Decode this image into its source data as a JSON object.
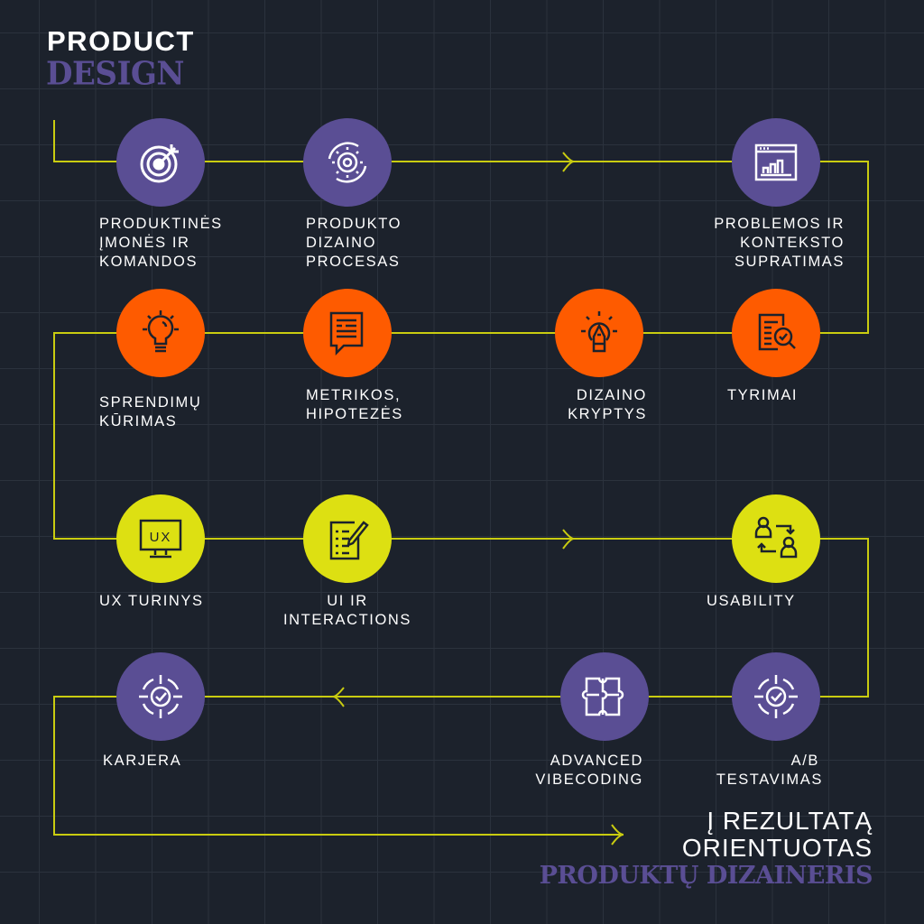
{
  "header": {
    "line1": "PRODUCT",
    "line2": "DESIGN"
  },
  "footer": {
    "line1": "Į REZULTATĄ",
    "line2": "ORIENTUOTAS",
    "line3": "PRODUKTŲ DIZAINERIS"
  },
  "colors": {
    "background": "#1c222c",
    "purple": "#5a4e94",
    "orange": "#fe5b00",
    "yellow": "#dde012",
    "line": "#c9cc10"
  },
  "steps": [
    {
      "icon": "target-icon",
      "color": "purple",
      "lines": [
        "PRODUKTINĖS",
        "ĮMONĖS IR",
        "KOMANDOS"
      ]
    },
    {
      "icon": "gear-cycle-icon",
      "color": "purple",
      "lines": [
        "PRODUKTO",
        "DIZAINO",
        "PROCESAS"
      ]
    },
    {
      "icon": "browser-chart-icon",
      "color": "purple",
      "lines": [
        "PROBLEMOS IR",
        "KONTEKSTO",
        "SUPRATIMAS"
      ]
    },
    {
      "icon": "document-search-icon",
      "color": "orange",
      "lines": [
        "TYRIMAI"
      ]
    },
    {
      "icon": "pencil-idea-icon",
      "color": "orange",
      "lines": [
        "DIZAINO",
        "KRYPTYS"
      ]
    },
    {
      "icon": "speech-document-icon",
      "color": "orange",
      "lines": [
        "METRIKOS,",
        "HIPOTEZĖS"
      ]
    },
    {
      "icon": "lightbulb-icon",
      "color": "orange",
      "lines": [
        "SPRENDIMŲ",
        "KŪRIMAS"
      ]
    },
    {
      "icon": "ux-monitor-icon",
      "color": "yellow",
      "lines": [
        "UX TURINYS"
      ],
      "icon_text": "UX"
    },
    {
      "icon": "checklist-pen-icon",
      "color": "yellow",
      "lines": [
        "UI IR",
        "INTERACTIONS"
      ]
    },
    {
      "icon": "user-swap-icon",
      "color": "yellow",
      "lines": [
        "USABILITY"
      ]
    },
    {
      "icon": "target-check-icon",
      "color": "purple",
      "lines": [
        "A/B",
        "TESTAVIMAS"
      ]
    },
    {
      "icon": "puzzle-icon",
      "color": "purple",
      "lines": [
        "ADVANCED",
        "VIBECODING"
      ]
    },
    {
      "icon": "target-check-icon",
      "color": "purple",
      "lines": [
        "KARJERA"
      ]
    }
  ]
}
